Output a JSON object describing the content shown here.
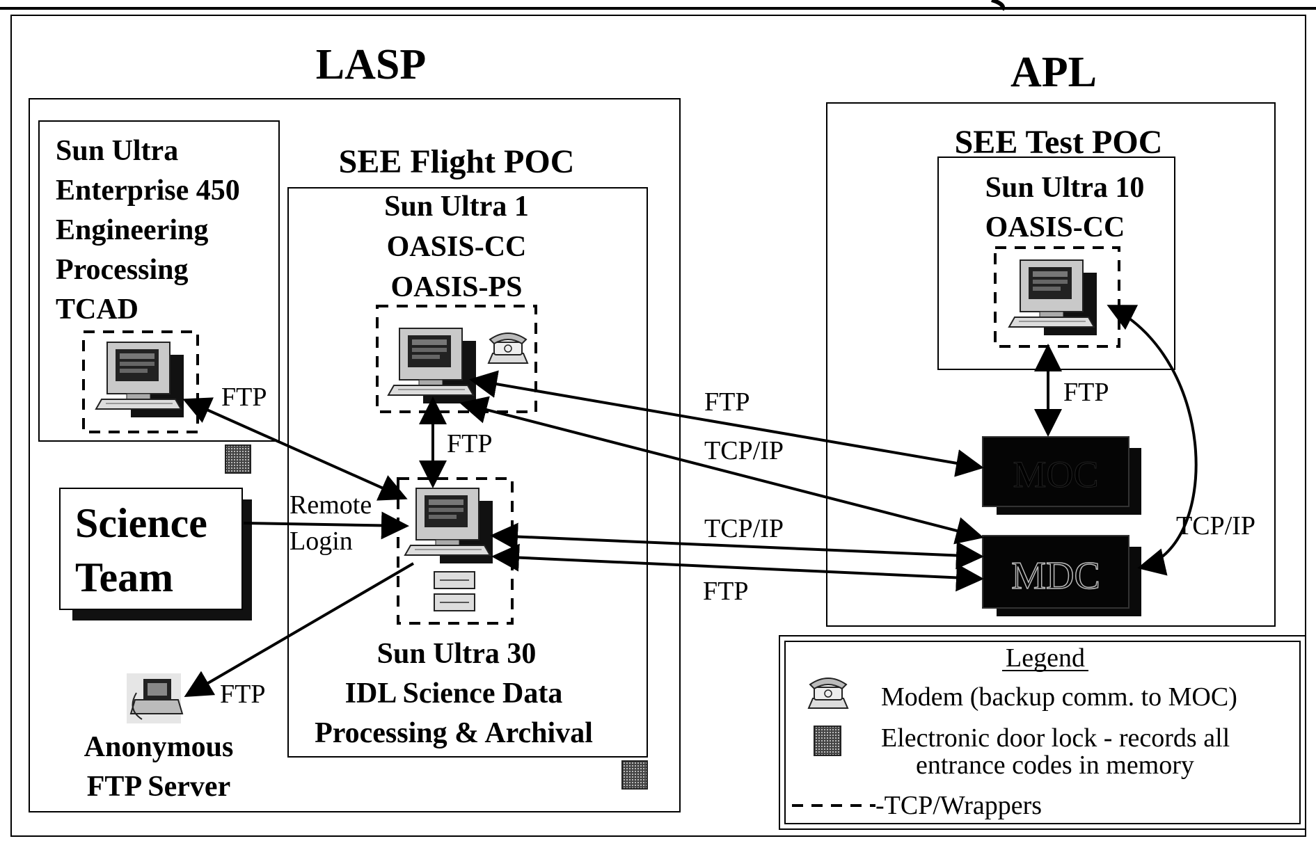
{
  "lasp": {
    "title": "LASP",
    "engineering": {
      "lines": [
        "Sun Ultra",
        "Enterprise 450",
        "Engineering",
        "Processing",
        "TCAD"
      ]
    },
    "flight_poc": {
      "title": "SEE Flight POC",
      "workstation_lines": [
        "Sun Ultra 1",
        "OASIS-CC",
        "OASIS-PS"
      ],
      "science_server_lines": [
        "Sun Ultra 30",
        "IDL Science Data",
        "Processing & Archival"
      ]
    },
    "science_team": [
      "Science",
      "Team"
    ],
    "anonymous_ftp": [
      "Anonymous",
      "FTP Server"
    ]
  },
  "apl": {
    "title": "APL",
    "test_poc": {
      "title": "SEE Test POC",
      "lines": [
        "Sun Ultra 10",
        "OASIS-CC"
      ]
    },
    "moc_label": "MOC",
    "mdc_label": "MDC"
  },
  "links": {
    "ftp_eng": "FTP",
    "ftp_vertical": "FTP",
    "remote_login": [
      "Remote",
      "Login"
    ],
    "ftp_anon": "FTP",
    "ftp_moc": "FTP",
    "tcpip_upper": "TCP/IP",
    "tcpip_lower": "TCP/IP",
    "ftp_lower": "FTP",
    "ftp_apl": "FTP",
    "tcpip_apl": "TCP/IP"
  },
  "legend": {
    "title": "Legend",
    "modem": "Modem (backup comm. to MOC)",
    "door_lock": [
      "Electronic door lock - records all",
      "entrance codes in memory"
    ],
    "wrappers": "-TCP/Wrappers"
  }
}
